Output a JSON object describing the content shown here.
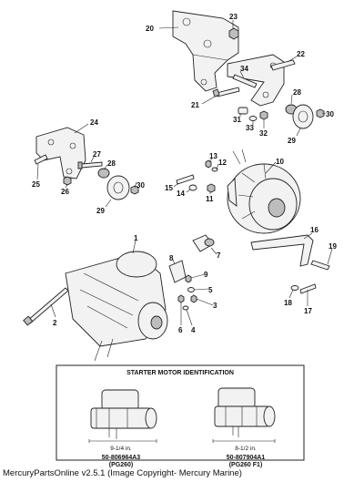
{
  "callouts": [
    {
      "id": "1",
      "label": "1"
    },
    {
      "id": "2",
      "label": "2"
    },
    {
      "id": "3",
      "label": "3"
    },
    {
      "id": "4",
      "label": "4"
    },
    {
      "id": "5",
      "label": "5"
    },
    {
      "id": "6",
      "label": "6"
    },
    {
      "id": "7",
      "label": "7"
    },
    {
      "id": "8",
      "label": "8"
    },
    {
      "id": "9",
      "label": "9"
    },
    {
      "id": "10",
      "label": "10"
    },
    {
      "id": "11",
      "label": "11"
    },
    {
      "id": "12",
      "label": "12"
    },
    {
      "id": "13",
      "label": "13"
    },
    {
      "id": "14",
      "label": "14"
    },
    {
      "id": "15",
      "label": "15"
    },
    {
      "id": "16",
      "label": "16"
    },
    {
      "id": "17",
      "label": "17"
    },
    {
      "id": "18",
      "label": "18"
    },
    {
      "id": "19",
      "label": "19"
    },
    {
      "id": "20",
      "label": "20"
    },
    {
      "id": "21",
      "label": "21"
    },
    {
      "id": "22",
      "label": "22"
    },
    {
      "id": "23",
      "label": "23"
    },
    {
      "id": "24",
      "label": "24"
    },
    {
      "id": "25",
      "label": "25"
    },
    {
      "id": "26",
      "label": "26"
    },
    {
      "id": "27",
      "label": "27"
    },
    {
      "id": "28a",
      "label": "28"
    },
    {
      "id": "28b",
      "label": "28"
    },
    {
      "id": "29a",
      "label": "29"
    },
    {
      "id": "29b",
      "label": "29"
    },
    {
      "id": "30a",
      "label": "30"
    },
    {
      "id": "30b",
      "label": "30"
    },
    {
      "id": "31",
      "label": "31"
    },
    {
      "id": "32",
      "label": "32"
    },
    {
      "id": "33",
      "label": "33"
    },
    {
      "id": "34",
      "label": "34"
    }
  ],
  "identification": {
    "title": "STARTER MOTOR IDENTIFICATION",
    "left": {
      "dimension": "9-1/4 in.",
      "part_number": "50-806964A3",
      "variant": "(PG260)"
    },
    "right": {
      "dimension": "8-1/2 in.",
      "part_number": "50-807904A1",
      "variant": "(PG260 F1)"
    }
  },
  "footer": "MercuryPartsOnline v2.5.1 (Image Copyright- Mercury Marine)"
}
